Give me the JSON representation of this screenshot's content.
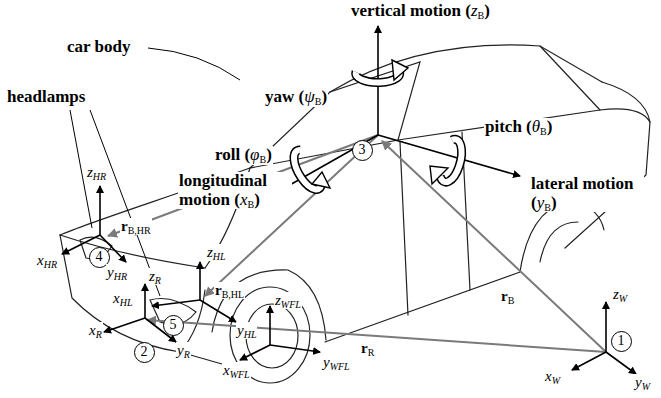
{
  "diagram": {
    "nodes": [
      {
        "text": [
          "3"
        ]
      },
      {
        "text": [
          "4"
        ]
      },
      {
        "text": [
          "5"
        ]
      },
      {
        "text": [
          "2"
        ]
      },
      {
        "text": [
          "1"
        ]
      }
    ],
    "labels": [
      "vertical motion (zB)",
      "car body",
      "yaw (ψB)",
      "headlamps",
      "roll (φB)",
      "longitudinal motion (xB)",
      "pitch (θB)",
      "lateral motion (yB)",
      "zHR",
      "rB,HR",
      "xHR",
      "yHR",
      "zR",
      "zHL",
      "xHL",
      "rB,HL",
      "yHL",
      "xR",
      "yR",
      "zWFL",
      "xWFL",
      "yWFL",
      "rB",
      "rR",
      "zW",
      "xW",
      "yW"
    ]
  }
}
